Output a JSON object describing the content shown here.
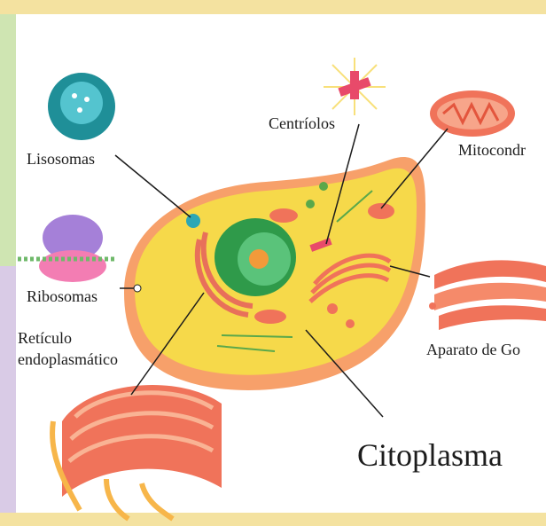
{
  "labels": {
    "lisosomas": "Lisosomas",
    "centriolos": "Centríolos",
    "mitocondria": "Mitocondr",
    "ribosomas": "Ribosomas",
    "reticulo_line1": "Retículo",
    "reticulo_line2": "endoplasmático",
    "aparato": "Aparato de Go",
    "citoplasma": "Citoplasma"
  },
  "colors": {
    "background": "#f3e6a8",
    "cell_membrane": "#f7a06a",
    "cytoplasm": "#f6d94a",
    "nucleus": "#2f9a4a",
    "organelle": "#f0735a"
  }
}
